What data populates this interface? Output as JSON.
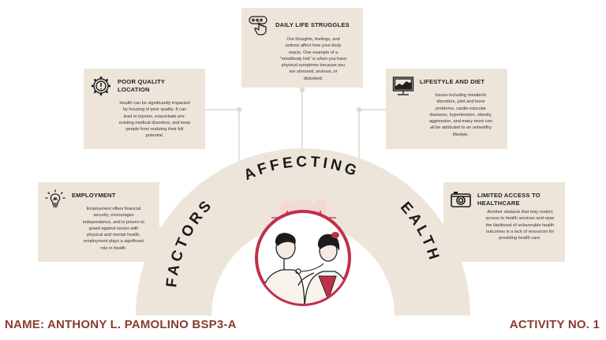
{
  "arc": {
    "word_left": "FACTORS",
    "word_top": "AFFECTING",
    "word_right": "EALTH"
  },
  "cards": {
    "employment": {
      "title": "EMPLOYMENT",
      "body": "Employment offers financial security, encourages independence, and is proven to guard against issues with physical and mental health, employment plays a significant role in health."
    },
    "poor_quality": {
      "title": "POOR QUALITY LOCATION",
      "body": "Health can be significantly impacted by housing of poor quality. It can lead to injuries, exacerbate pre-existing medical disorders, and keep people from realizing their full potential."
    },
    "daily": {
      "title": "DAILY LIFE STRUGGLES",
      "body": "Our thoughts, feelings, and actions affect how your body reacts. One example of a \"mind/body link\" is when you have physical symptoms because you are stressed, anxious, or disturbed."
    },
    "lifestyle": {
      "title": "LIFESTYLE AND DIET",
      "body": "Issues including metabolic disorders, joint and bone problems, cardio-vascular diseases, hypertension, obesity, aggression, and many more can all be attributed to an unhealthy lifestyle."
    },
    "limited": {
      "title": "LIMITED ACCESS TO HEALTHCARE",
      "body": "Another obstacle that may restrict access to health services and raise the likelihood of unfavorable health outcomes is a lack of resources for providing health care."
    }
  },
  "footer": {
    "name": "NAME: ANTHONY L. PAMOLINO BSP3-A",
    "activity": "ACTIVITY NO. 1"
  },
  "colors": {
    "card_bg": "#ede5da",
    "arc_bg": "#ede5da",
    "accent_red": "#c0304a",
    "footer_text": "#8a3b2f"
  },
  "icons": {
    "employment": "lightbulb-icon",
    "poor_quality": "warning-gear-icon",
    "daily": "hand-pointer-icon",
    "lifestyle": "monitor-chart-icon",
    "limited": "camera-icon"
  }
}
